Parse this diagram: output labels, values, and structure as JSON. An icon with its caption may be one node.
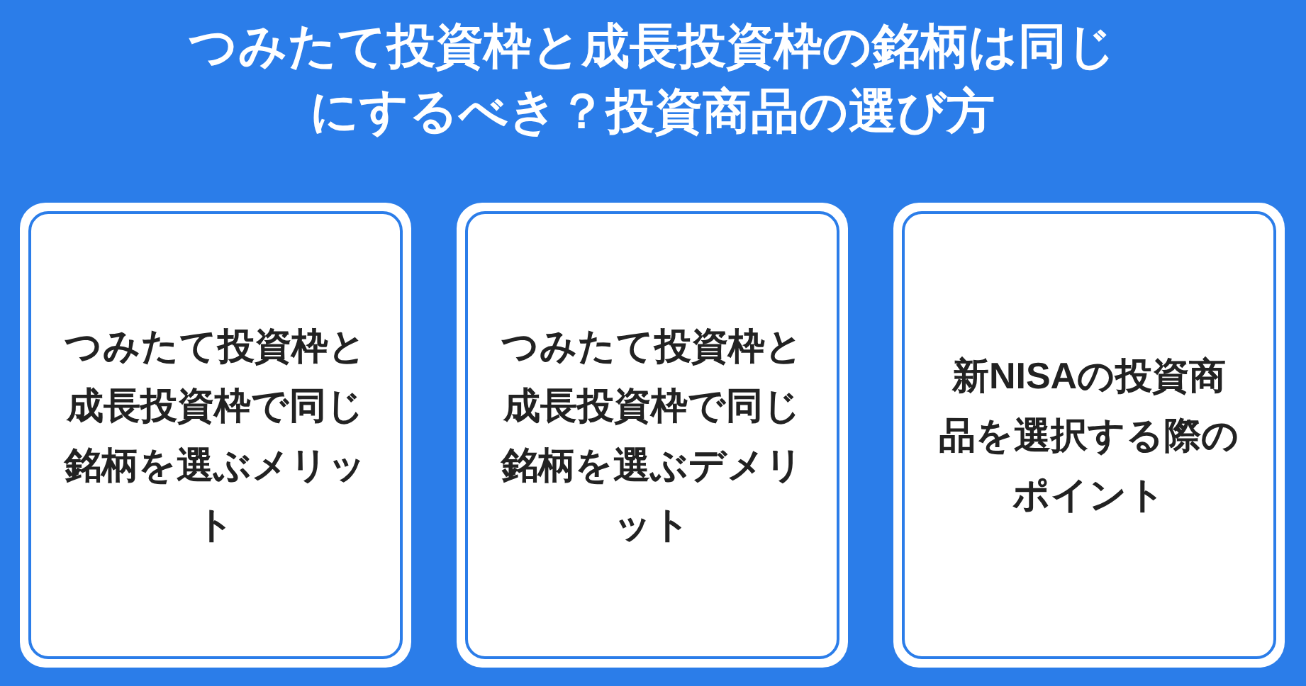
{
  "diagram": {
    "title": "つみたて投資枠と成長投資枠の銘柄は同じにするべき？投資商品の選び方",
    "nodes": [
      {
        "text": [
          "つみたて投資枠と成長投資枠で同じ銘柄を選ぶメリット"
        ]
      },
      {
        "text": [
          "つみたて投資枠と成長投資枠で同じ銘柄を選ぶデメリット"
        ]
      },
      {
        "text": [
          "新NISAの投資商品を選択する際のポイント"
        ]
      }
    ]
  }
}
